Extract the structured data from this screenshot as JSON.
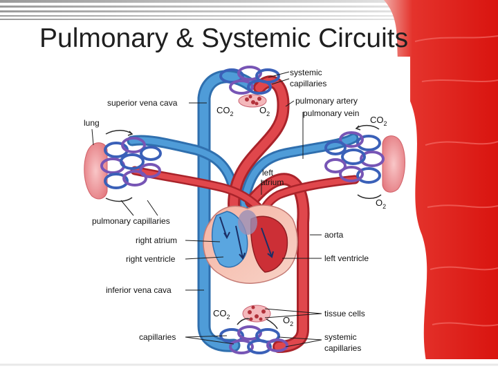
{
  "slide": {
    "title": "Pulmonary & Systemic Circuits"
  },
  "diagram": {
    "labels": {
      "systemic_capillaries_top_1": "systemic",
      "systemic_capillaries_top_2": "capillaries",
      "superior_vena_cava": "superior vena cava",
      "pulmonary_artery": "pulmonary artery",
      "pulmonary_vein": "pulmonary vein",
      "lung": "lung",
      "left_atrium_1": "left",
      "left_atrium_2": "atrium",
      "pulmonary_capillaries": "pulmonary capillaries",
      "right_atrium": "right atrium",
      "aorta": "aorta",
      "right_ventricle": "right ventricle",
      "left_ventricle": "left ventricle",
      "inferior_vena_cava": "inferior vena cava",
      "tissue_cells": "tissue cells",
      "capillaries": "capillaries",
      "systemic_capillaries_bottom_1": "systemic",
      "systemic_capillaries_bottom_2": "capillaries"
    },
    "gases": {
      "co2_prefix": "CO",
      "o2_prefix": "O",
      "subscript": "2"
    }
  },
  "colors": {
    "oxygenated": "#d8343a",
    "deoxygenated": "#3d8fd0",
    "capillary_blue": "#3a60b8",
    "capillary_purple": "#7755b5",
    "lung_pink": "#f2a4a8",
    "heart_red": "#cc2f36",
    "heart_blue": "#5aa6e0",
    "background_red": "#e0221c"
  }
}
